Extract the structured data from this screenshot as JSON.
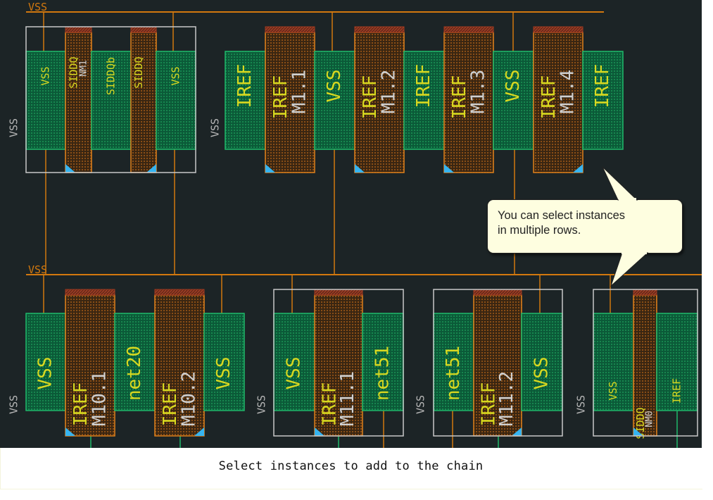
{
  "caption": "Select instances to add to the chain",
  "callout": {
    "line1": "You can select instances",
    "line2": "in multiple rows."
  },
  "colors": {
    "background": "#1c2426",
    "rail": "#d2780e",
    "diffusion_green": "#0c6a40",
    "diffusion_border": "#1fb86a",
    "poly_orange": "#4a2e10",
    "poly_border": "#e0801a",
    "poly_cap": "#a03a20",
    "selection_box": "#c8c8c8",
    "net_label": "#d8d820",
    "instance_label": "#d0d0d0",
    "pin_marker": "#36b4f0",
    "callout_bg": "#fefee0"
  },
  "rails": [
    {
      "name": "VSS",
      "row": "top"
    },
    {
      "name": "VSS",
      "row": "bottom"
    }
  ],
  "groups": [
    {
      "id": "g1",
      "row": "top",
      "selected": true,
      "side_label": "VSS",
      "cells": [
        {
          "type": "diff",
          "net": "VSS"
        },
        {
          "type": "poly",
          "net": "SIDDQ",
          "inst": "NM1"
        },
        {
          "type": "diff",
          "net": "SIDDQb"
        },
        {
          "type": "poly",
          "net": "SIDDQ",
          "inst": ""
        },
        {
          "type": "diff",
          "net": "VSS"
        }
      ]
    },
    {
      "id": "g2",
      "row": "top",
      "selected": false,
      "side_label": "VSS",
      "cells": [
        {
          "type": "diff",
          "net": "IREF"
        },
        {
          "type": "poly",
          "net": "IREF",
          "inst": "M1.1"
        },
        {
          "type": "diff",
          "net": "VSS"
        },
        {
          "type": "poly",
          "net": "IREF",
          "inst": "M1.2"
        },
        {
          "type": "diff",
          "net": "IREF"
        },
        {
          "type": "poly",
          "net": "IREF",
          "inst": "M1.3"
        },
        {
          "type": "diff",
          "net": "VSS"
        },
        {
          "type": "poly",
          "net": "IREF",
          "inst": "M1.4"
        },
        {
          "type": "diff",
          "net": "IREF"
        }
      ]
    },
    {
      "id": "g3",
      "row": "bottom",
      "selected": false,
      "side_label": "VSS",
      "cells": [
        {
          "type": "diff",
          "net": "VSS"
        },
        {
          "type": "poly",
          "net": "IREF",
          "inst": "M10.1"
        },
        {
          "type": "diff",
          "net": "net20"
        },
        {
          "type": "poly",
          "net": "IREF",
          "inst": "M10.2"
        },
        {
          "type": "diff",
          "net": "VSS"
        }
      ]
    },
    {
      "id": "g4",
      "row": "bottom",
      "selected": true,
      "side_label": "VSS",
      "cells": [
        {
          "type": "diff",
          "net": "VSS"
        },
        {
          "type": "poly",
          "net": "IREF",
          "inst": "M11.1"
        },
        {
          "type": "diff",
          "net": "net51"
        }
      ]
    },
    {
      "id": "g5",
      "row": "bottom",
      "selected": true,
      "side_label": "VSS",
      "cells": [
        {
          "type": "diff",
          "net": "net51"
        },
        {
          "type": "poly",
          "net": "IREF",
          "inst": "M11.2"
        },
        {
          "type": "diff",
          "net": "VSS"
        }
      ]
    },
    {
      "id": "g6",
      "row": "bottom",
      "selected": true,
      "side_label": "VSS",
      "cells": [
        {
          "type": "diff",
          "net": "VSS"
        },
        {
          "type": "poly",
          "net": "SIDDQ",
          "inst": "NM0"
        },
        {
          "type": "diff",
          "net": "IREF"
        }
      ]
    }
  ]
}
